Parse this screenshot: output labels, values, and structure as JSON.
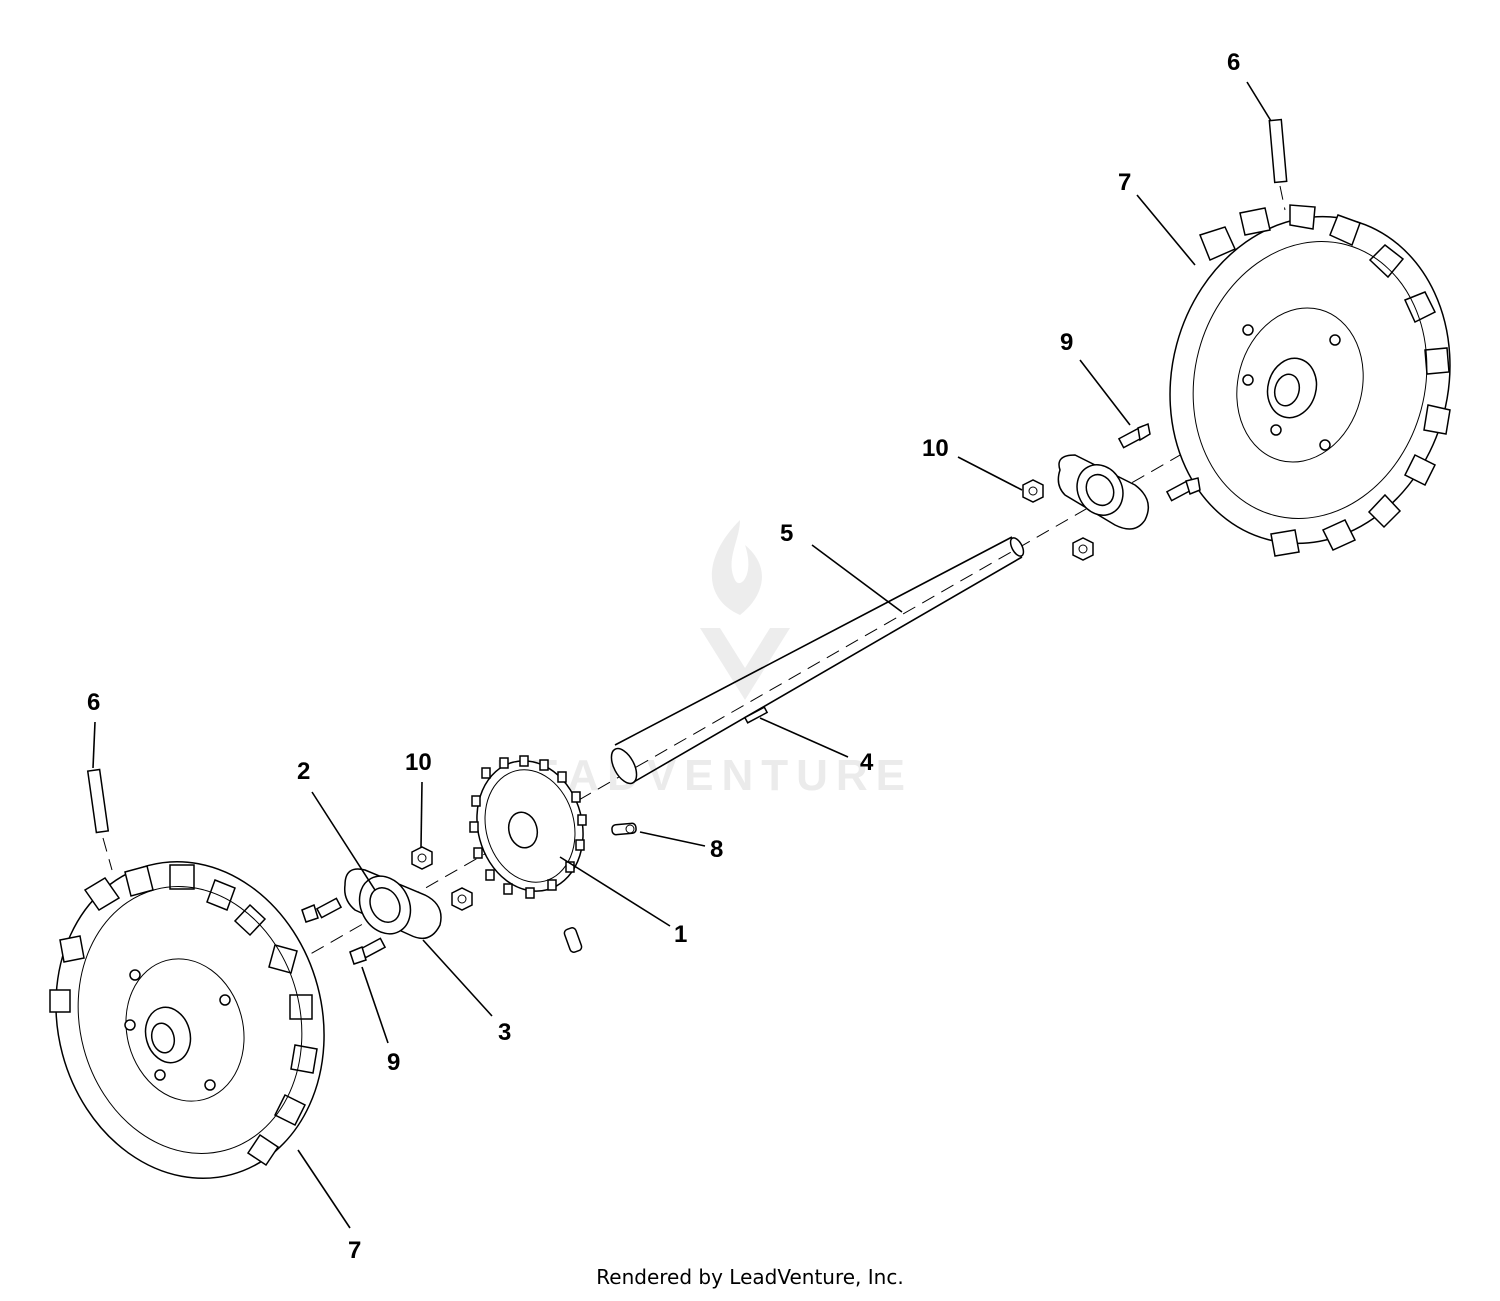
{
  "diagram": {
    "watermark_text": "LEADVENTURE",
    "callouts": [
      {
        "id": "c6-right",
        "label": "6"
      },
      {
        "id": "c7-right",
        "label": "7"
      },
      {
        "id": "c9-right",
        "label": "9"
      },
      {
        "id": "c10-right",
        "label": "10"
      },
      {
        "id": "c5",
        "label": "5"
      },
      {
        "id": "c4",
        "label": "4"
      },
      {
        "id": "c6-left",
        "label": "6"
      },
      {
        "id": "c2",
        "label": "2"
      },
      {
        "id": "c10-left",
        "label": "10"
      },
      {
        "id": "c8",
        "label": "8"
      },
      {
        "id": "c1",
        "label": "1"
      },
      {
        "id": "c3",
        "label": "3"
      },
      {
        "id": "c9-left",
        "label": "9"
      },
      {
        "id": "c7-left",
        "label": "7"
      }
    ]
  },
  "footer": {
    "text": "Rendered by LeadVenture, Inc."
  }
}
